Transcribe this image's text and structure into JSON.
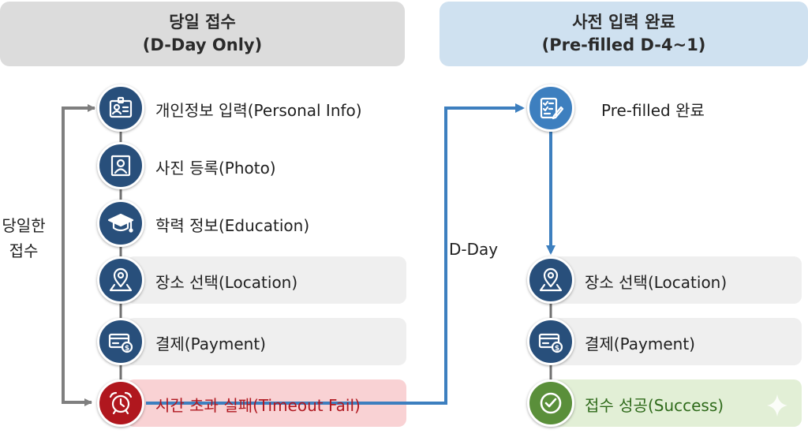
{
  "left_header": {
    "line1": "당일 접수",
    "line2": "(D-Day Only)"
  },
  "right_header": {
    "line1": "사전 입력 완료",
    "line2": "(Pre-filled D-4~1)"
  },
  "side_label": {
    "line1": "당일한",
    "line2": "접수"
  },
  "transition_label": "D-Day",
  "left_steps": [
    {
      "label": "개인정보 입력(Personal Info)",
      "icon": "id-card-icon"
    },
    {
      "label": "사진 등록(Photo)",
      "icon": "photo-portrait-icon"
    },
    {
      "label": "학력 정보(Education)",
      "icon": "graduation-cap-icon"
    },
    {
      "label": "장소 선택(Location)",
      "icon": "location-pin-icon"
    },
    {
      "label": "결제(Payment)",
      "icon": "payment-card-icon"
    },
    {
      "label": "시간 초과 실패(Timeout Fail)",
      "icon": "alarm-clock-icon"
    }
  ],
  "right_steps": [
    {
      "label": "Pre-filled 완료",
      "icon": "checklist-icon"
    },
    {
      "label": "장소 선택(Location)",
      "icon": "location-pin-icon"
    },
    {
      "label": "결제(Payment)",
      "icon": "payment-card-icon"
    },
    {
      "label": "접수 성공(Success)",
      "icon": "check-circle-icon"
    }
  ],
  "colors": {
    "navy": "#284f7b",
    "blue": "#3d7fbf",
    "fail_red": "#b0171e",
    "success_green": "#5a8f3a",
    "loop_arrow_gray": "#7f7f7f"
  }
}
